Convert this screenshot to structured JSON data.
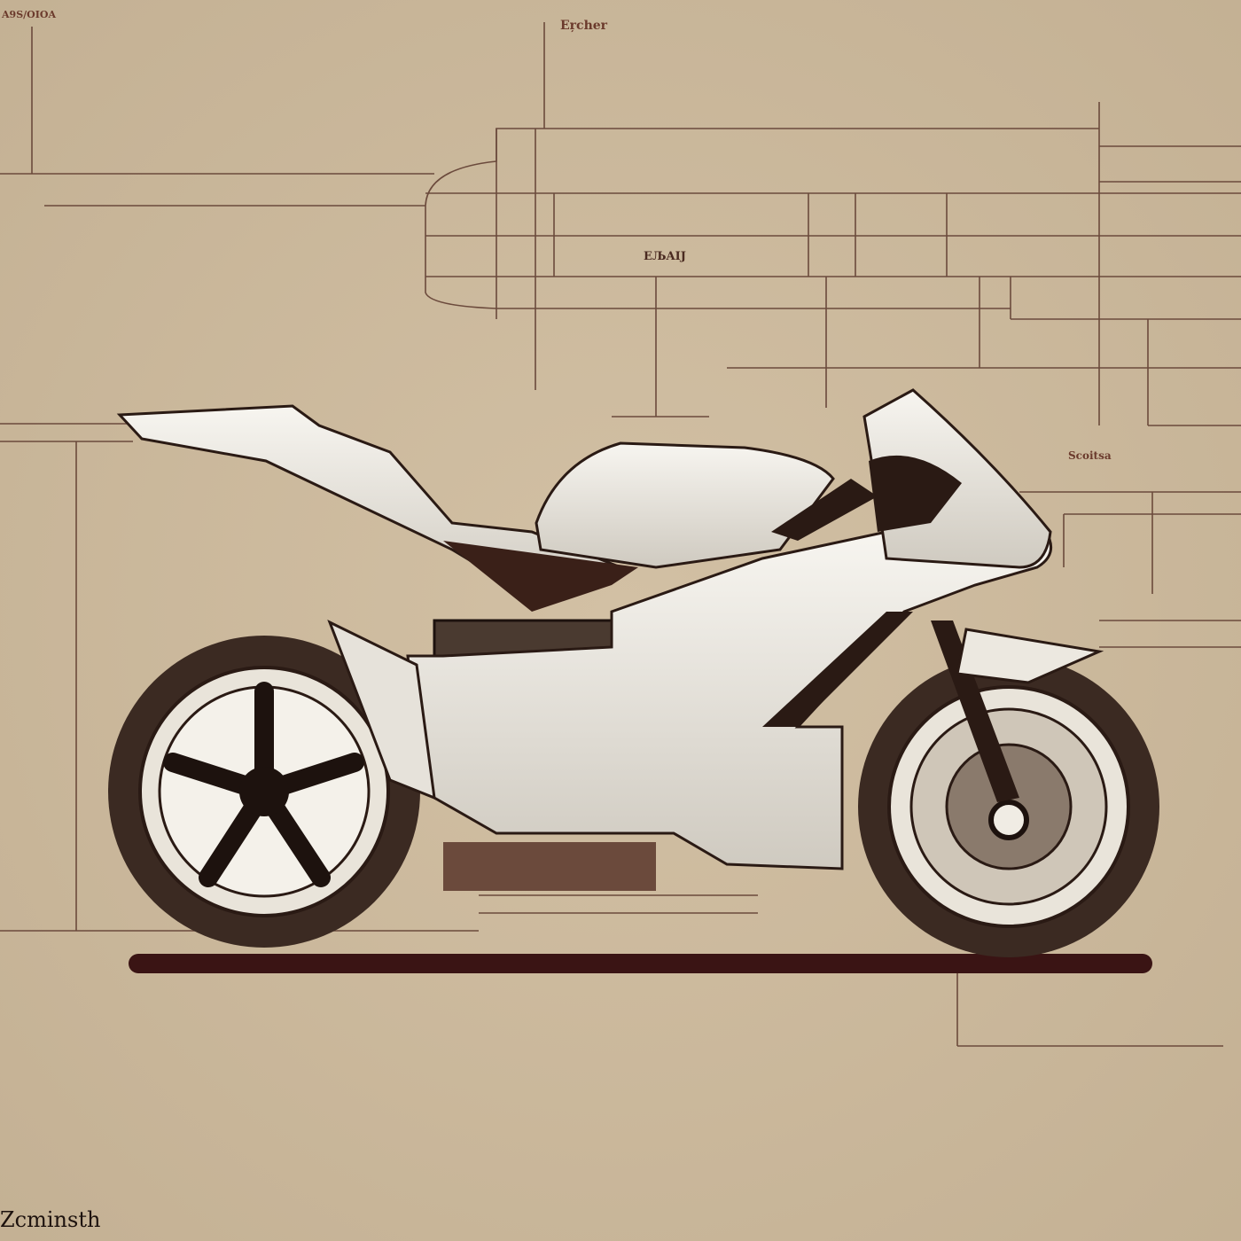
{
  "labels": {
    "corner": "A9S/OIOA",
    "top": "Eŗcher",
    "mid": "EЉAIJ",
    "right": "Scoitsa",
    "signature": "Zcminsth"
  },
  "colors": {
    "paper": "#cbb89c",
    "ink": "#6b3a2c",
    "body": "#ece8e0",
    "dark": "#2a1a14",
    "shadow": "#3a1414"
  }
}
